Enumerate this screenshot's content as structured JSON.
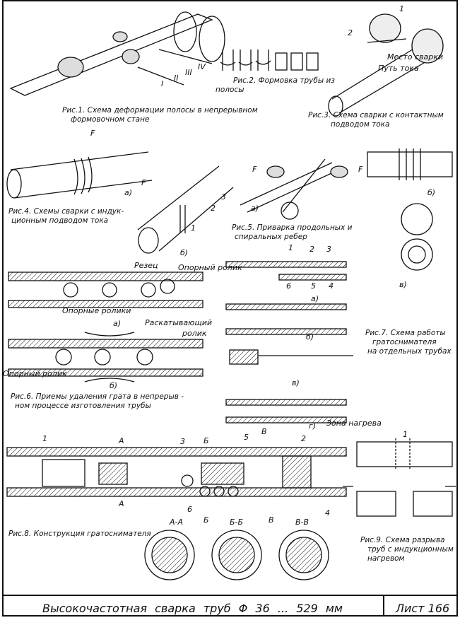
{
  "figures": {
    "fig1": {
      "caption": [
        "Рис.1. Схема деформации полосы в непрерывном",
        "формовочном стане"
      ],
      "roman": [
        "I",
        "II",
        "III",
        "IV"
      ]
    },
    "fig2": {
      "caption": [
        "Рис.2. Формовка трубы из",
        "полосы"
      ]
    },
    "fig3": {
      "caption": [
        "Рис.3. Схема сварки с контактным",
        "подводом тока"
      ],
      "labels": {
        "n1": "1",
        "n2": "2",
        "weld_place": "Место сварки",
        "current_path": "Путь тока"
      }
    },
    "fig4": {
      "caption": [
        "Рис.4. Схемы сварки с индук-",
        "ционным подводом тока"
      ],
      "labels": {
        "F1": "F",
        "F2": "F",
        "a": "а)",
        "b": "б)",
        "n1": "1",
        "n2": "2",
        "n3": "3"
      }
    },
    "fig5": {
      "caption": [
        "Рис.5. Приварка продольных и",
        "спиральных ребер"
      ],
      "labels": {
        "F1": "F",
        "F2": "F",
        "a": "а)",
        "b": "б)",
        "v": "в)"
      }
    },
    "fig6": {
      "caption": [
        "Рис.6.  Приемы удаления грата в непрерыв -",
        "ном процессе изготовления трубы"
      ],
      "labels": {
        "cutter": "Резец",
        "support_roller_top": "Опорный ролик",
        "support_rollers": "Опорные ролики",
        "a": "а)",
        "rolling_roller_1": "Раскатывающий",
        "rolling_roller_2": "ролик",
        "support_roller_bottom": "Опорный ролик",
        "b": "б)"
      }
    },
    "fig7": {
      "caption": [
        "Рис.7. Схема работы",
        "гратоснимателя",
        "на отдельных трубах"
      ],
      "labels": {
        "n1": "1",
        "n2": "2",
        "n3": "3",
        "n4": "4",
        "n5": "5",
        "n6": "6",
        "a": "а)",
        "b": "б)",
        "v": "в)",
        "g": "г)"
      }
    },
    "fig8": {
      "caption": [
        "Рис.8. Конструкция гратоснимателя"
      ],
      "labels": {
        "n1": "1",
        "n2": "2",
        "n3": "3",
        "n4": "4",
        "n5": "5",
        "n6": "6",
        "A_top": "А",
        "A_bot": "А",
        "B_top": "Б",
        "B_bot": "Б",
        "V_top": "В",
        "V_bot": "В",
        "sec_AA": "А-А",
        "sec_BB": "Б-Б",
        "sec_VV": "В-В"
      }
    },
    "fig9": {
      "caption": [
        "Рис.9. Схема разрыва",
        "труб с индукционным",
        "нагревом"
      ],
      "labels": {
        "heat_zone": "Зона нагрева",
        "n1": "1"
      }
    }
  },
  "footer": {
    "title": "Высокочастотная   сварка   труб   Φ 36 ... 529 мм",
    "sheet": "Лист 166"
  }
}
